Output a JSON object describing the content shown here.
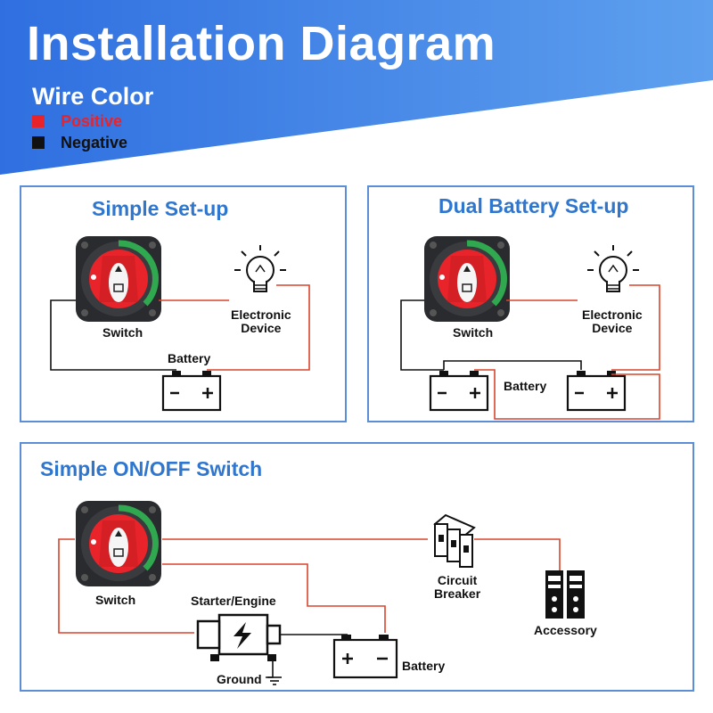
{
  "header": {
    "title": "Installation Diagram",
    "wire_color_title": "Wire Color",
    "legend": [
      {
        "label": "Positive",
        "color": "#e8232a"
      },
      {
        "label": "Negative",
        "color": "#111111"
      }
    ]
  },
  "simple_setup": {
    "title": "Simple Set-up",
    "switch_label": "Switch",
    "device_label": "Electronic\nDevice",
    "battery_label": "Battery"
  },
  "dual_setup": {
    "title": "Dual Battery Set-up",
    "switch_label": "Switch",
    "device_label": "Electronic\nDevice",
    "battery_label": "Battery"
  },
  "onoff": {
    "title": "Simple ON/OFF Switch",
    "switch_label": "Switch",
    "engine_label": "Starter/Engine",
    "ground_label": "Ground",
    "battery_label": "Battery",
    "breaker_label": "Circuit\nBreaker",
    "accessory_label": "Accessory"
  },
  "colors": {
    "accent_blue": "#2f76cf",
    "positive_wire": "#d9452b",
    "negative_wire": "#111111",
    "switch_red": "#e8232a",
    "switch_green": "#2fa84f"
  }
}
